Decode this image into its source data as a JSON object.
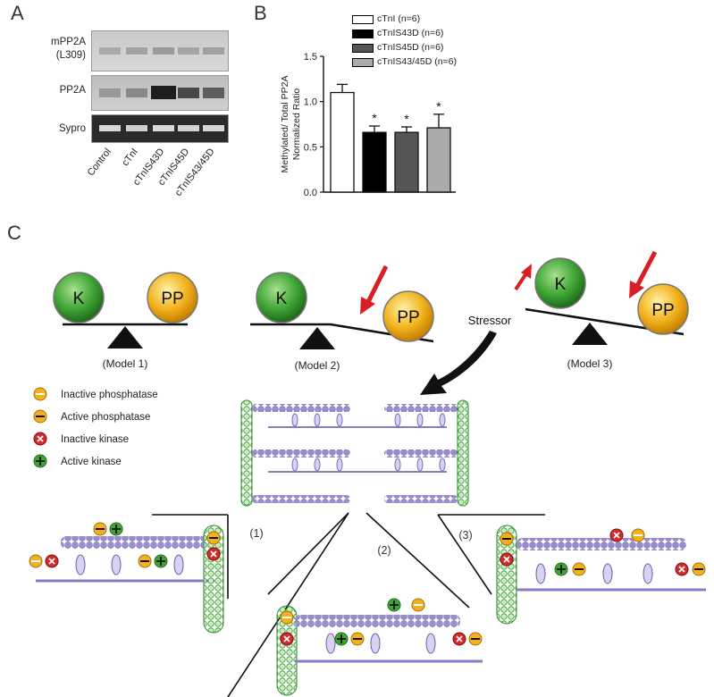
{
  "panels": {
    "a": "A",
    "b": "B",
    "c": "C"
  },
  "blot": {
    "rows": [
      "mPP2A\n(L309)",
      "PP2A",
      "Sypro"
    ],
    "row_mpp2a_1": "mPP2A",
    "row_mpp2a_2": "(L309)",
    "row_pp2a": "PP2A",
    "row_sypro": "Sypro",
    "lanes": [
      "Control",
      "cTnI",
      "cTnIS43D",
      "cTnIS45D",
      "cTnIS43/45D"
    ]
  },
  "chart_data": {
    "type": "bar",
    "categories": [
      "cTnI",
      "cTnIS43D",
      "cTnIS45D",
      "cTnIS43/45D"
    ],
    "values": [
      1.1,
      0.66,
      0.66,
      0.71
    ],
    "errors": [
      0.09,
      0.07,
      0.06,
      0.15
    ],
    "significance": [
      "",
      "*",
      "*",
      "*"
    ],
    "ylabel_1": "Methylated/ Total PP2A",
    "ylabel_2": "Normalized Ratio",
    "ylim": [
      0,
      1.5
    ],
    "yticks": [
      "0.0",
      "0.5",
      "1.0",
      "1.5"
    ],
    "legend": [
      "cTnI (n=6)",
      "cTnIS43D (n=6)",
      "cTnIS45D (n=6)",
      "cTnIS43/45D (n=6)"
    ],
    "colors": [
      "#ffffff",
      "#000000",
      "#555555",
      "#aaaaaa"
    ],
    "legend_position": "top"
  },
  "models": {
    "m1": "(Model 1)",
    "m2": "(Model 2)",
    "m3": "(Model 3)",
    "k": "K",
    "pp": "PP",
    "stressor": "Stressor"
  },
  "legend_c": {
    "inactive_phosphatase": "Inactive phosphatase",
    "active_phosphatase": "Active phosphatase",
    "inactive_kinase": "Inactive kinase",
    "active_kinase": "Active kinase"
  },
  "zooms": {
    "z1": "(1)",
    "z2": "(2)",
    "z3": "(3)"
  },
  "colors": {
    "kinase_green": "#3fa535",
    "phosphatase_yellow": "#f2b21e",
    "arrow_red": "#d81f26",
    "filament_purple": "#8b7bc4"
  }
}
